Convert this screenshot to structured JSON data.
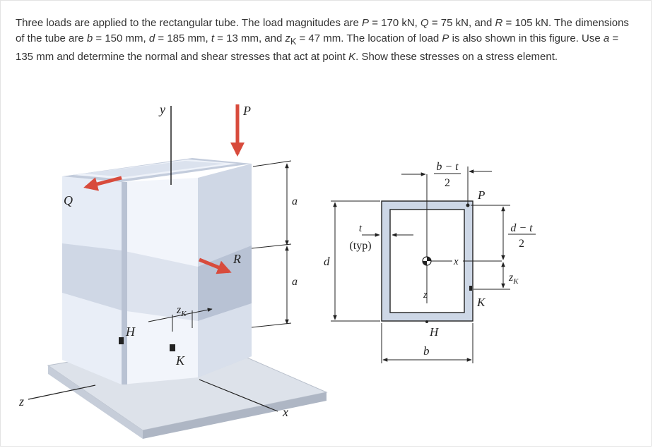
{
  "problem": {
    "s1": "Three loads are applied to the rectangular tube. The load magnitudes are ",
    "P_sym": "P",
    "s2": " = 170 kN, ",
    "Q_sym": "Q",
    "s3": " = 75 kN, and ",
    "R_sym": "R",
    "s4": " = 105 kN. The dimensions of the tube are ",
    "b_sym": "b",
    "s5": " = 150 mm, ",
    "d_sym": "d",
    "s6": " = 185 mm, ",
    "t_sym": "t",
    "s7": " = 13 mm, and ",
    "zK_sym": "z",
    "zK_sub": "K",
    "s8": " = 47 mm. The location of load ",
    "P_sym2": "P",
    "s9": " is also shown in this figure. Use ",
    "a_sym": "a",
    "s10": " = 135 mm and determine the normal and shear stresses that act at point ",
    "K_sym": "K",
    "s11": ". Show these stresses on a stress element."
  },
  "figure3d": {
    "y_axis": "y",
    "z_axis": "z",
    "x_axis": "x",
    "load_P": "P",
    "load_Q": "Q",
    "load_R": "R",
    "dim_a_top": "a",
    "dim_a_bottom": "a",
    "point_H": "H",
    "point_K": "K",
    "zK_main": "z",
    "zK_sub": "K"
  },
  "section": {
    "frac1_num": "b − t",
    "frac1_den": "2",
    "load_P": "P",
    "frac2_num": "d − t",
    "frac2_den": "2",
    "t_label": "t",
    "typ_label": "(typ)",
    "d_label": "d",
    "x_axis": "x",
    "z_axis": "z",
    "zK_main": "z",
    "zK_sub": "K",
    "point_K": "K",
    "point_H": "H",
    "b_label": "b"
  },
  "colors": {
    "load_arrow": "#d84b3c",
    "tube_light": "#e6ecf6",
    "tube_mid": "#c9d2e2",
    "base_plate": "#dde2ea"
  }
}
